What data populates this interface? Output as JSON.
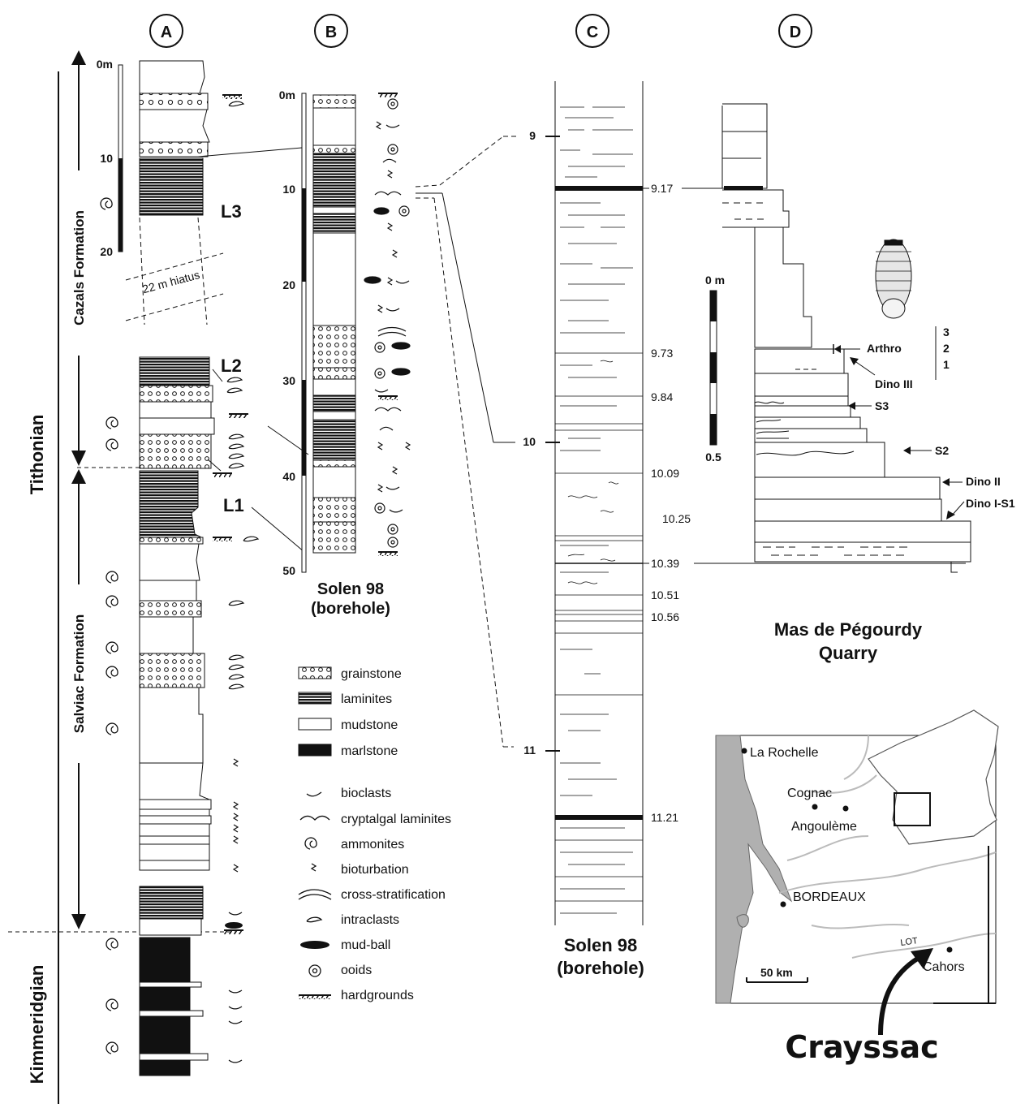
{
  "panels": {
    "a": "A",
    "b": "B",
    "c": "C",
    "d": "D"
  },
  "stages": {
    "tithonian": "Tithonian",
    "kimmeridgian": "Kimmeridgian"
  },
  "formations": {
    "cazals": "Cazals Formation",
    "salviac": "Salviac Formation"
  },
  "hiatus": "22 m hiatus",
  "units": {
    "l1": "L1",
    "l2": "L2",
    "l3": "L3"
  },
  "scale_a": [
    "0m",
    "10",
    "20"
  ],
  "scale_b": [
    "0m",
    "10",
    "20",
    "30",
    "40",
    "50"
  ],
  "borehole_b": {
    "line1": "Solen 98",
    "line2": "(borehole)"
  },
  "depth_c_major": [
    "9",
    "10",
    "11"
  ],
  "depth_c_minor": [
    "9.17",
    "9.73",
    "9.84",
    "10.09",
    "10.25",
    "10.39",
    "10.51",
    "10.56",
    "11.21"
  ],
  "borehole_c": {
    "line1": "Solen 98",
    "line2": "(borehole)"
  },
  "scale_d": {
    "top": "0 m",
    "bottom": "0.5"
  },
  "quarry": {
    "line1": "Mas de Pégourdy",
    "line2": "Quarry"
  },
  "levels_d": {
    "arthro": "Arthro",
    "dino3": "Dino III",
    "s3": "S3",
    "s2": "S2",
    "dino2": "Dino II",
    "dino1": "Dino I-S1",
    "n3": "3",
    "n2": "2",
    "n1": "1"
  },
  "legend": {
    "lithology": [
      "grainstone",
      "laminites",
      "mudstone",
      "marlstone"
    ],
    "symbols": [
      "bioclasts",
      "cryptalgal laminites",
      "ammonites",
      "bioturbation",
      "cross-stratification",
      "intraclasts",
      "mud-ball",
      "ooids",
      "hardgrounds"
    ]
  },
  "map": {
    "cities": [
      "La Rochelle",
      "Cognac",
      "Angoulème",
      "BORDEAUX",
      "Cahors"
    ],
    "river": "LOT",
    "scale": "50 km",
    "site": "Crayssac"
  },
  "colors": {
    "ink": "#111111",
    "sea": "#b0b0b0",
    "land": "#ffffff"
  }
}
